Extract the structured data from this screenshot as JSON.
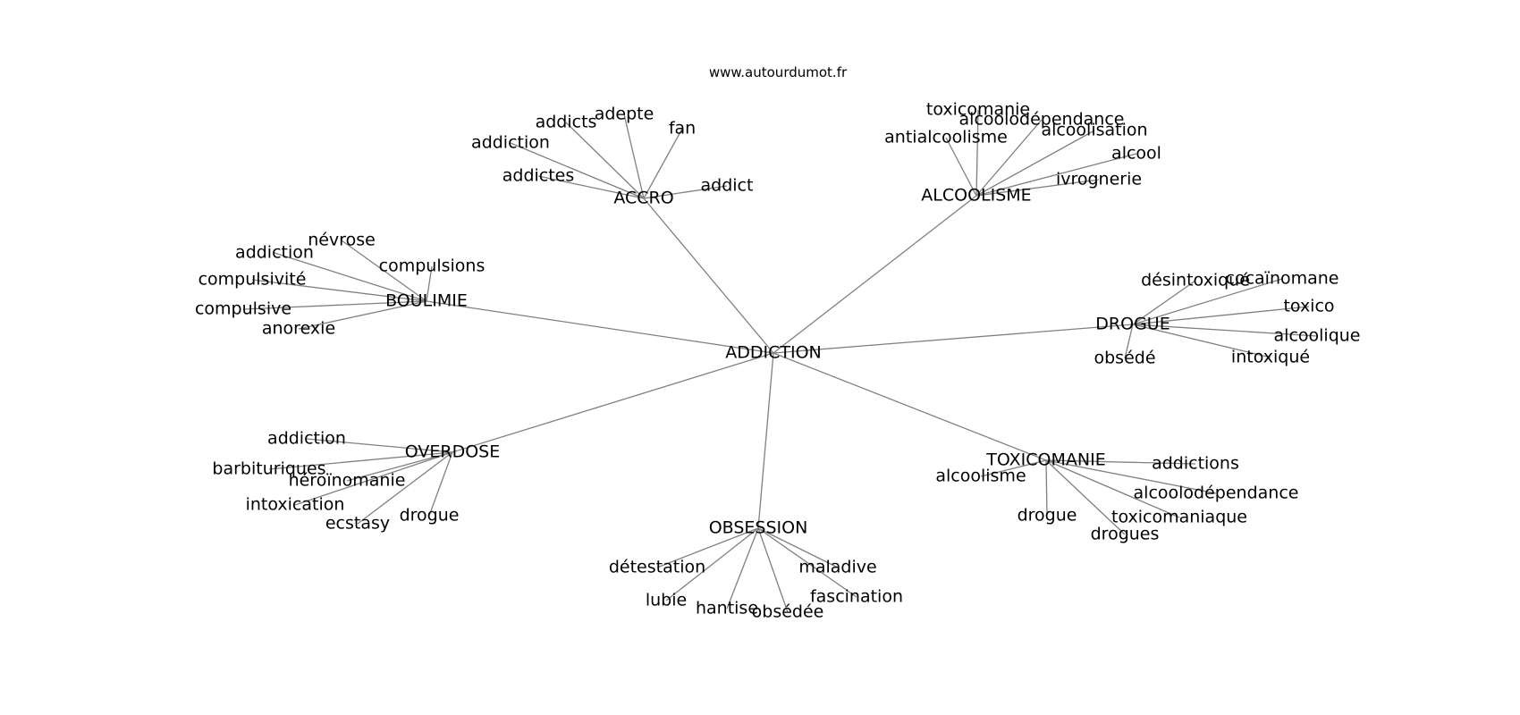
{
  "site_url": "www.autourdumot.fr",
  "center": "ADDICTION",
  "colors": {
    "edge": "#808080",
    "text": "#000000",
    "background": "#ffffff"
  },
  "clusters": [
    {
      "hub": "ACCRO",
      "words": [
        "addicts",
        "adepte",
        "fan",
        "addiction",
        "addictes",
        "addict"
      ]
    },
    {
      "hub": "ALCOOLISME",
      "words": [
        "toxicomanie",
        "alcoolodépendance",
        "alcoolisation",
        "antialcoolisme",
        "alcool",
        "ivrognerie"
      ]
    },
    {
      "hub": "BOULIMIE",
      "words": [
        "névrose",
        "addiction",
        "compulsions",
        "compulsivité",
        "compulsive",
        "anorexie"
      ]
    },
    {
      "hub": "DROGUE",
      "words": [
        "désintoxiqué",
        "cocaïnomane",
        "toxico",
        "alcoolique",
        "obsédé",
        "intoxiqué"
      ]
    },
    {
      "hub": "OVERDOSE",
      "words": [
        "addiction",
        "barbituriques",
        "héroïnomanie",
        "intoxication",
        "ecstasy",
        "drogue"
      ]
    },
    {
      "hub": "TOXICOMANIE",
      "words": [
        "addictions",
        "alcoolisme",
        "alcoolodépendance",
        "drogue",
        "toxicomaniaque",
        "drogues"
      ]
    },
    {
      "hub": "OBSESSION",
      "words": [
        "détestation",
        "maladive",
        "fascination",
        "lubie",
        "hantise",
        "obsédée"
      ]
    }
  ]
}
